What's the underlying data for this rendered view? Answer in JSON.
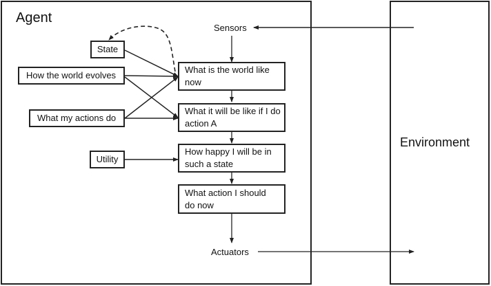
{
  "agent": {
    "title": "Agent",
    "sensors": "Sensors",
    "actuators": "Actuators",
    "inputs": {
      "state": "State",
      "world_evolves": "How the world evolves",
      "actions_do": "What my actions do",
      "utility": "Utility"
    },
    "pipeline": [
      {
        "label": "What is the world like now"
      },
      {
        "label": "What it will be like if I do action A"
      },
      {
        "label": "How happy I will be in such a state"
      },
      {
        "label": "What action I should do now"
      }
    ]
  },
  "environment": {
    "title": "Environment"
  },
  "colors": {
    "stroke": "#222222",
    "background": "#ffffff"
  }
}
